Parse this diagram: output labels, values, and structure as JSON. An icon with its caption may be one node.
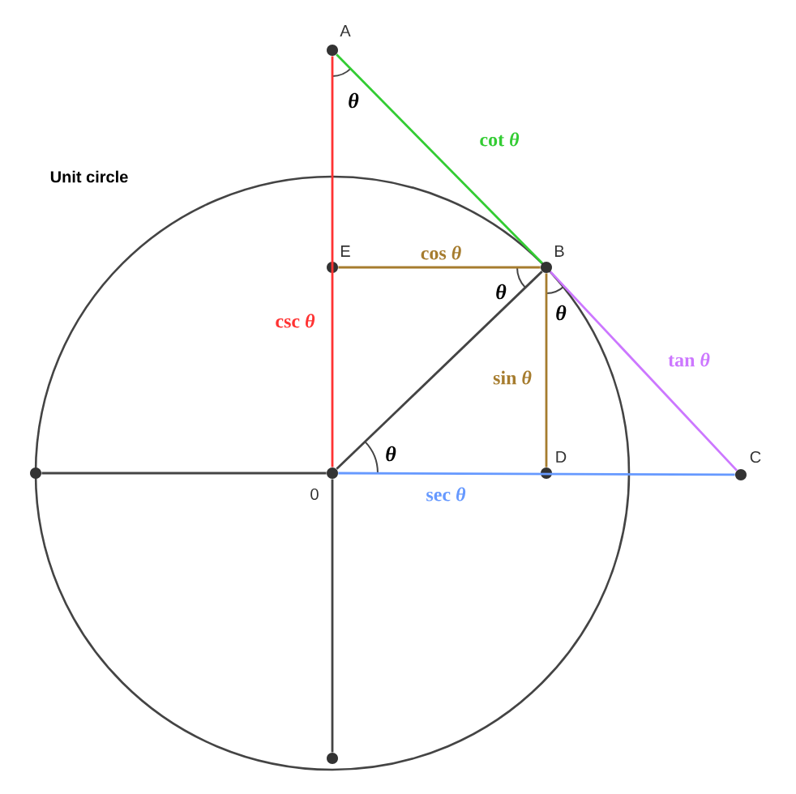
{
  "diagram": {
    "title": "Unit circle",
    "nodes": [
      {
        "text": [],
        "shape": "circle",
        "beside": [
          "A"
        ]
      },
      {
        "text": [],
        "shape": "circle",
        "beside": [
          "E"
        ]
      },
      {
        "text": [],
        "shape": "circle",
        "beside": [
          "B"
        ]
      },
      {
        "text": [],
        "shape": "circle",
        "beside": [
          "0"
        ]
      },
      {
        "text": [],
        "shape": "circle",
        "beside": [
          "D"
        ]
      },
      {
        "text": [],
        "shape": "circle",
        "beside": [
          "C"
        ]
      },
      {
        "text": [],
        "shape": "circle"
      },
      {
        "text": [],
        "shape": "circle"
      }
    ],
    "edges": [
      {
        "from": 0,
        "to": 2,
        "arrow": "none",
        "label": "cot *θ*",
        "color": "#33cc33"
      },
      {
        "from": 1,
        "to": 2,
        "arrow": "none",
        "label": "cos *θ*",
        "color": "#a67c2e"
      },
      {
        "from": 0,
        "to": 3,
        "arrow": "none",
        "label": "csc *θ*",
        "color": "#ff3333"
      },
      {
        "from": 3,
        "to": 2,
        "arrow": "none"
      },
      {
        "from": 2,
        "to": 4,
        "arrow": "none",
        "label": "sin *θ*",
        "color": "#a67c2e"
      },
      {
        "from": 2,
        "to": 5,
        "arrow": "none",
        "label": "tan *θ*",
        "color": "#cc77ff"
      },
      {
        "from": 3,
        "to": 5,
        "arrow": "none",
        "label": "sec *θ*",
        "color": "#6699ff"
      },
      {
        "from": 6,
        "to": 3,
        "arrow": "none"
      },
      {
        "from": 3,
        "to": 7,
        "arrow": "none"
      }
    ],
    "labels": [
      "θ",
      "θ",
      "θ",
      "θ"
    ]
  }
}
